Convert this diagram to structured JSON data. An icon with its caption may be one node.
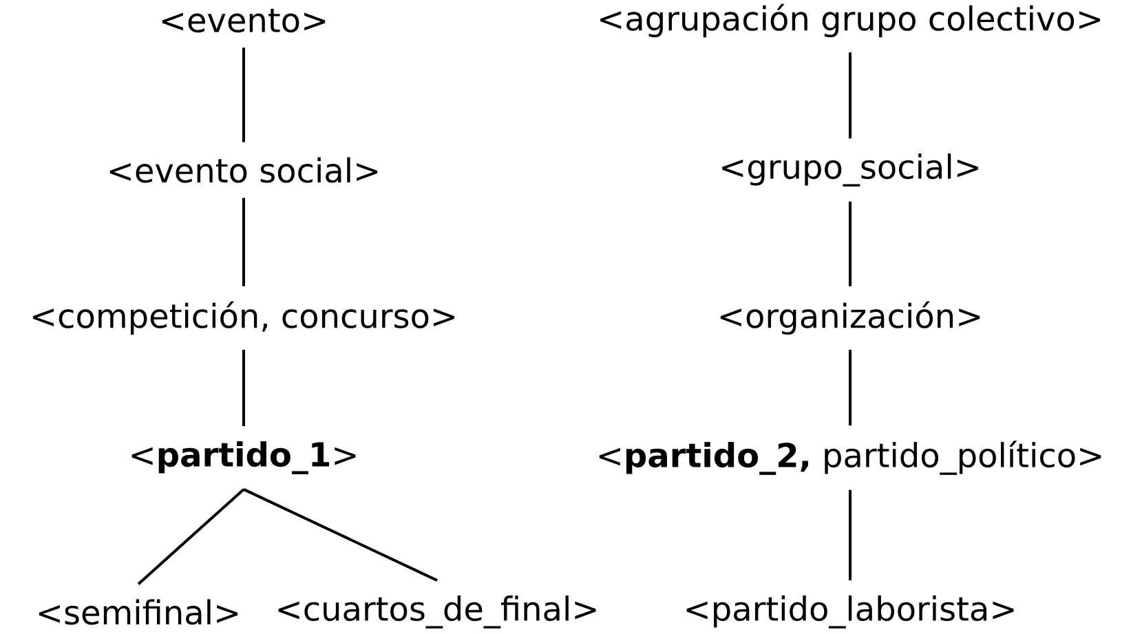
{
  "diagram": {
    "nodes": [
      {
        "text": [
          "<evento>"
        ]
      },
      {
        "text": [
          "<agrupación grupo colectivo>"
        ]
      },
      {
        "text": [
          "<evento social>"
        ]
      },
      {
        "text": [
          "<grupo_social>"
        ]
      },
      {
        "text": [
          "<competición, concurso>"
        ]
      },
      {
        "text": [
          "<organización>"
        ]
      },
      {
        "text": [
          "<**partido_1**>"
        ]
      },
      {
        "text": [
          "<**partido_2,** partido_político>"
        ]
      },
      {
        "text": [
          "<semifinal>"
        ]
      },
      {
        "text": [
          "<cuartos_de_final>"
        ]
      },
      {
        "text": [
          "<partido_laborista>"
        ]
      }
    ],
    "edges": [
      {
        "from": 0,
        "to": 2,
        "arrow": "none"
      },
      {
        "from": 2,
        "to": 4,
        "arrow": "none"
      },
      {
        "from": 4,
        "to": 6,
        "arrow": "none"
      },
      {
        "from": 6,
        "to": 8,
        "arrow": "none"
      },
      {
        "from": 6,
        "to": 9,
        "arrow": "none"
      },
      {
        "from": 1,
        "to": 3,
        "arrow": "none"
      },
      {
        "from": 3,
        "to": 5,
        "arrow": "none"
      },
      {
        "from": 5,
        "to": 7,
        "arrow": "none"
      },
      {
        "from": 7,
        "to": 10,
        "arrow": "none"
      }
    ]
  }
}
